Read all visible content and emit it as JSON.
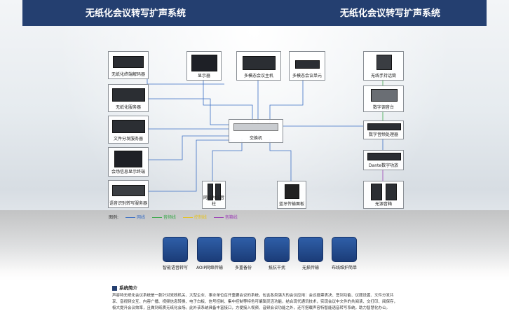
{
  "banner": {
    "title_left": "无纸化会议转写扩声系统",
    "title_right": "无纸化会议转写扩声系统"
  },
  "devices": {
    "decoder": "无纸化终端解码器",
    "display": "显示器",
    "host": "多模态会议主机",
    "unit": "多模态会议单元",
    "server": "无纸化服务器",
    "file_server": "文件分发服务器",
    "info_display": "会场信息显示终端",
    "voice_server": "语音识别转写服务器",
    "switch": "交换机",
    "poe_column": "网络POE音柱",
    "panel": "蓝牙传输面板",
    "wireless_mic": "无线手持话筒",
    "console": "数字调音台",
    "processor": "数字音频处理器",
    "dante_amp": "Dante数字功放",
    "speaker": "无源音箱"
  },
  "legend": {
    "title": "图例:",
    "items": [
      {
        "label": "网线",
        "color": "#3b6fc4"
      },
      {
        "label": "音频线",
        "color": "#3aa84a"
      },
      {
        "label": "控制线",
        "color": "#e6c21e"
      },
      {
        "label": "音箱线",
        "color": "#9b3fb5"
      }
    ]
  },
  "features": [
    "智能语音转写",
    "AOIP网络传输",
    "多重备份",
    "抵抗干扰",
    "无损传输",
    "布线维护简单"
  ],
  "intro": {
    "heading": "系统简介",
    "text": "声容特无纸化会议系统是一款针对党政机关、大型企业、事业单位召开重要会议的系统，包含各类强大的会议应用：会议投票表决、签到功能、议题设置、文件分发共享、音视频交互、内容广播、视频信息转换、电子白板、信号控制、集中控制等特色可编辑灵活功能，结合现代通讯技术，实现会议中文件的共阅读、交打印、阅保存，极大提升会议效率，且做到纸质无纸化会场。此外该系统具备丰富接口，方便接入视频、音频会议功能之外，还可搭载声容特智能语音转写系统，助力智慧化办公。"
  }
}
